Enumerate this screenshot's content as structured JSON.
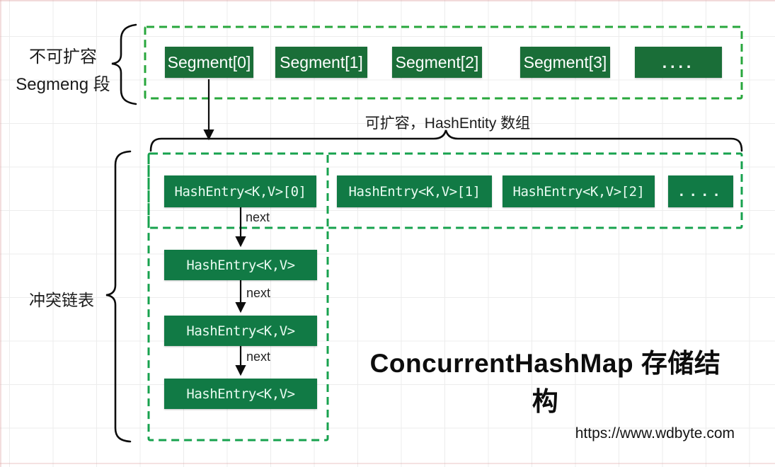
{
  "diagram": {
    "title": "ConcurrentHashMap 存储结构",
    "watermark": "https://www.wdbyte.com"
  },
  "segment_section": {
    "label_line1": "不可扩容",
    "label_line2": "Segmeng 段",
    "boxes": [
      "Segment[0]",
      "Segment[1]",
      "Segment[2]",
      "Segment[3]",
      "...."
    ]
  },
  "entry_section": {
    "label": "可扩容，HashEntity 数组",
    "boxes": [
      "HashEntry<K,V>[0]",
      "HashEntry<K,V>[1]",
      "HashEntry<K,V>[2]",
      "...."
    ]
  },
  "chain_section": {
    "label": "冲突链表",
    "next_label": "next",
    "boxes": [
      "HashEntry<K,V>",
      "HashEntry<K,V>",
      "HashEntry<K,V>"
    ]
  },
  "colors": {
    "segment_fill": "#1a6e38",
    "entry_fill": "#117a45",
    "dash_green_top": "#28a73c",
    "dash_green_lower": "#17a24e"
  }
}
